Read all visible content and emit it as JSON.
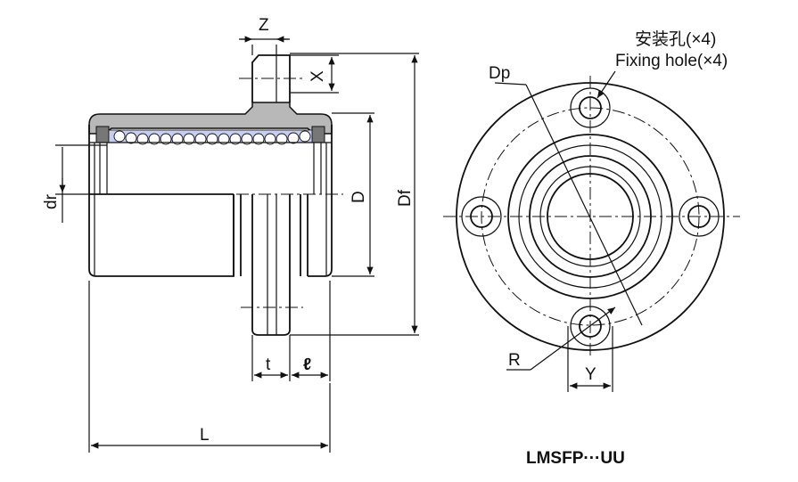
{
  "labels": {
    "z": "Z",
    "x": "X",
    "dr": "dr",
    "d": "D",
    "df": "Df",
    "t": "t",
    "l_small": "ℓ",
    "l": "L",
    "dp": "Dp",
    "fixing_hole_cn": "安装孔(×4)",
    "fixing_hole_en": "Fixing hole(×4)",
    "r": "R",
    "y": "Y"
  },
  "model": "LMSFP···UU",
  "colors": {
    "shell": "#b8b8b8",
    "seal": "#c8cdf0",
    "line": "#111111"
  }
}
